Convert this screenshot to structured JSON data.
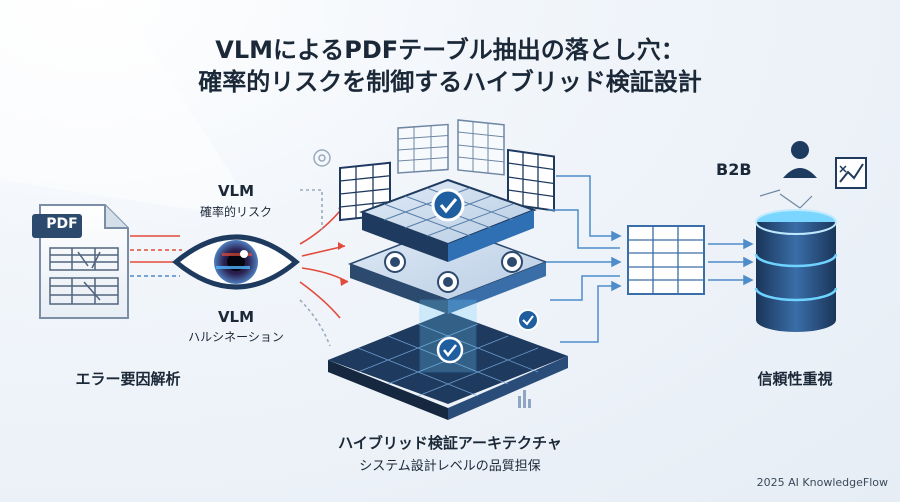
{
  "title": {
    "line1": "VLMによるPDFテーブル抽出の落とし穴：",
    "line2": "確率的リスクを制御するハイブリッド検証設計"
  },
  "left": {
    "pdf_label": "PDF",
    "vlm_top": "VLM",
    "risk": "確率的リスク",
    "vlm_bottom": "VLM",
    "hallucination": "ハルシネーション",
    "error_analysis": "エラー要因解析"
  },
  "center": {
    "architecture": "ハイブリッド検証アーキテクチャ",
    "quality": "システム設計レベルの品質担保"
  },
  "right": {
    "b2b": "B2B",
    "trust": "信頼性重視"
  },
  "footer": {
    "credit": "2025 AI KnowledgeFlow"
  },
  "colors": {
    "accent": "#2f6fb3",
    "dark": "#1f3a5f",
    "risk": "#e24b3b",
    "glow": "#6fd3ff"
  }
}
